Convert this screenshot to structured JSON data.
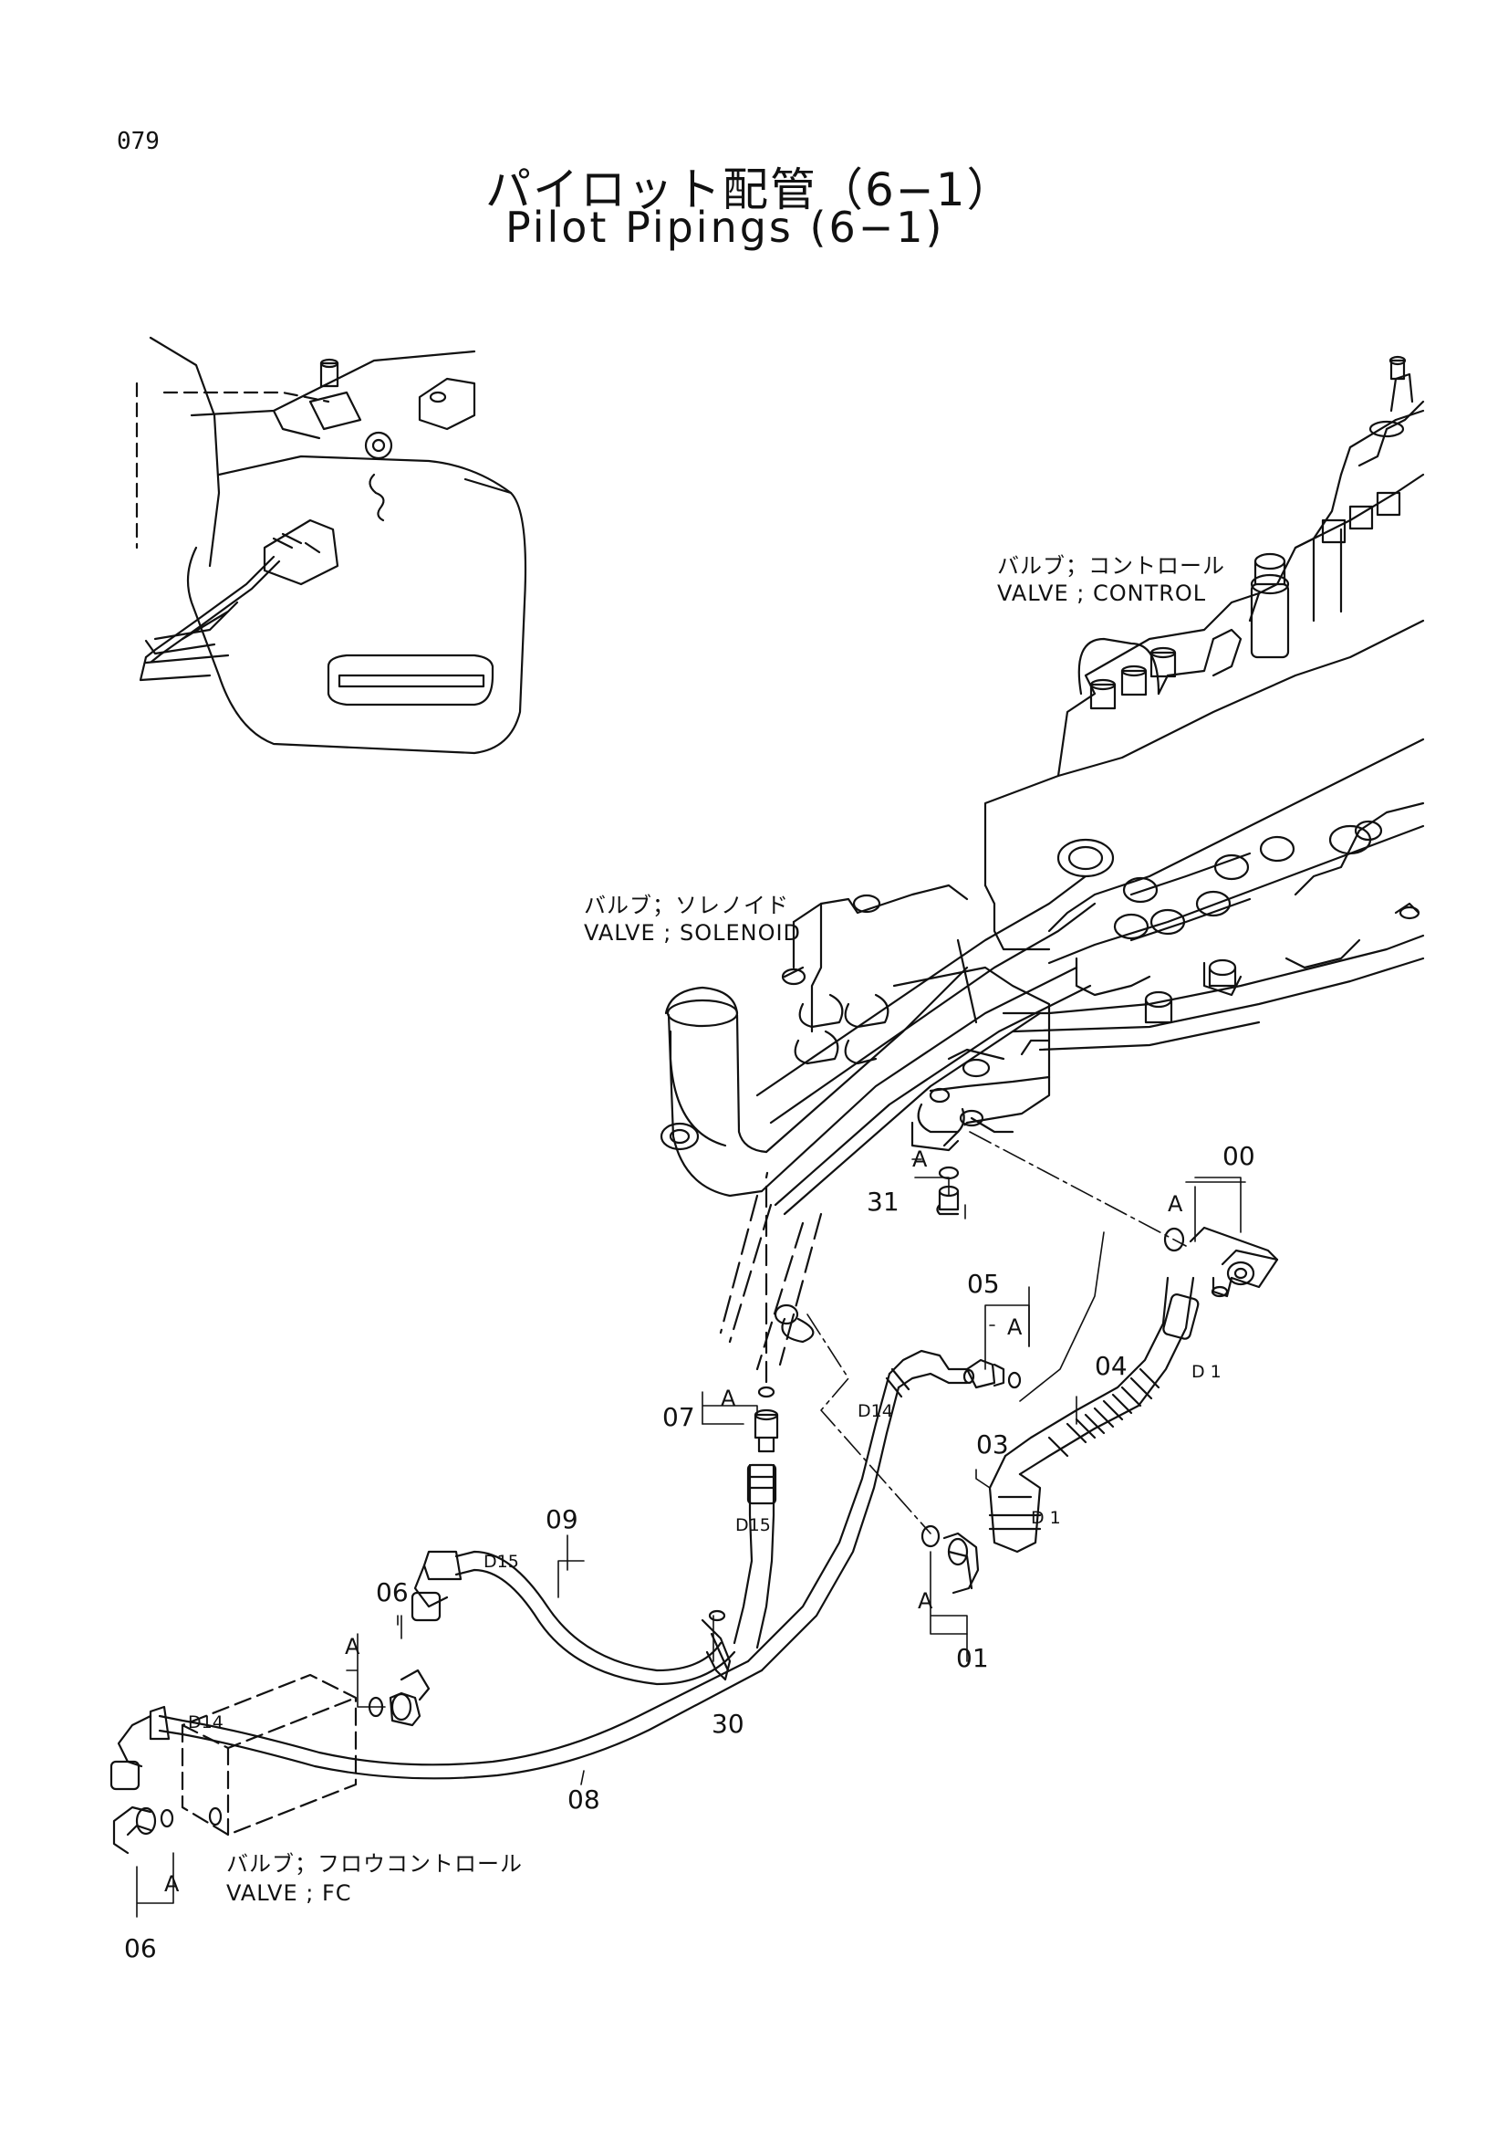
{
  "page_number": "079",
  "title_ja": "パイロット配管（6−1）",
  "title_en": "Pilot Pipings (6−1)",
  "labels": {
    "control_ja": "バルブ；コントロール",
    "control_en": "VALVE ; CONTROL",
    "solenoid_ja": "バルブ；ソレノイド",
    "solenoid_en": "VALVE ; SOLENOID",
    "fc_ja": "バルブ；フロウコントロール",
    "fc_en": "VALVE ; FC"
  },
  "parts": {
    "p00": "00",
    "p01": "01",
    "p03": "03",
    "p04": "04",
    "p05": "05",
    "p06a": "06",
    "p06b": "06",
    "p07": "07",
    "p08": "08",
    "p09": "09",
    "p30": "30",
    "p31": "31"
  },
  "refs": {
    "a1": "A",
    "a2": "A",
    "a3": "A",
    "a4": "A",
    "a5": "A",
    "a6": "A",
    "a7": "A"
  },
  "dims": {
    "d1a": "D 1",
    "d1b": "D 1",
    "d14a": "D14",
    "d14b": "D14",
    "d15a": "D15",
    "d15b": "D15"
  }
}
